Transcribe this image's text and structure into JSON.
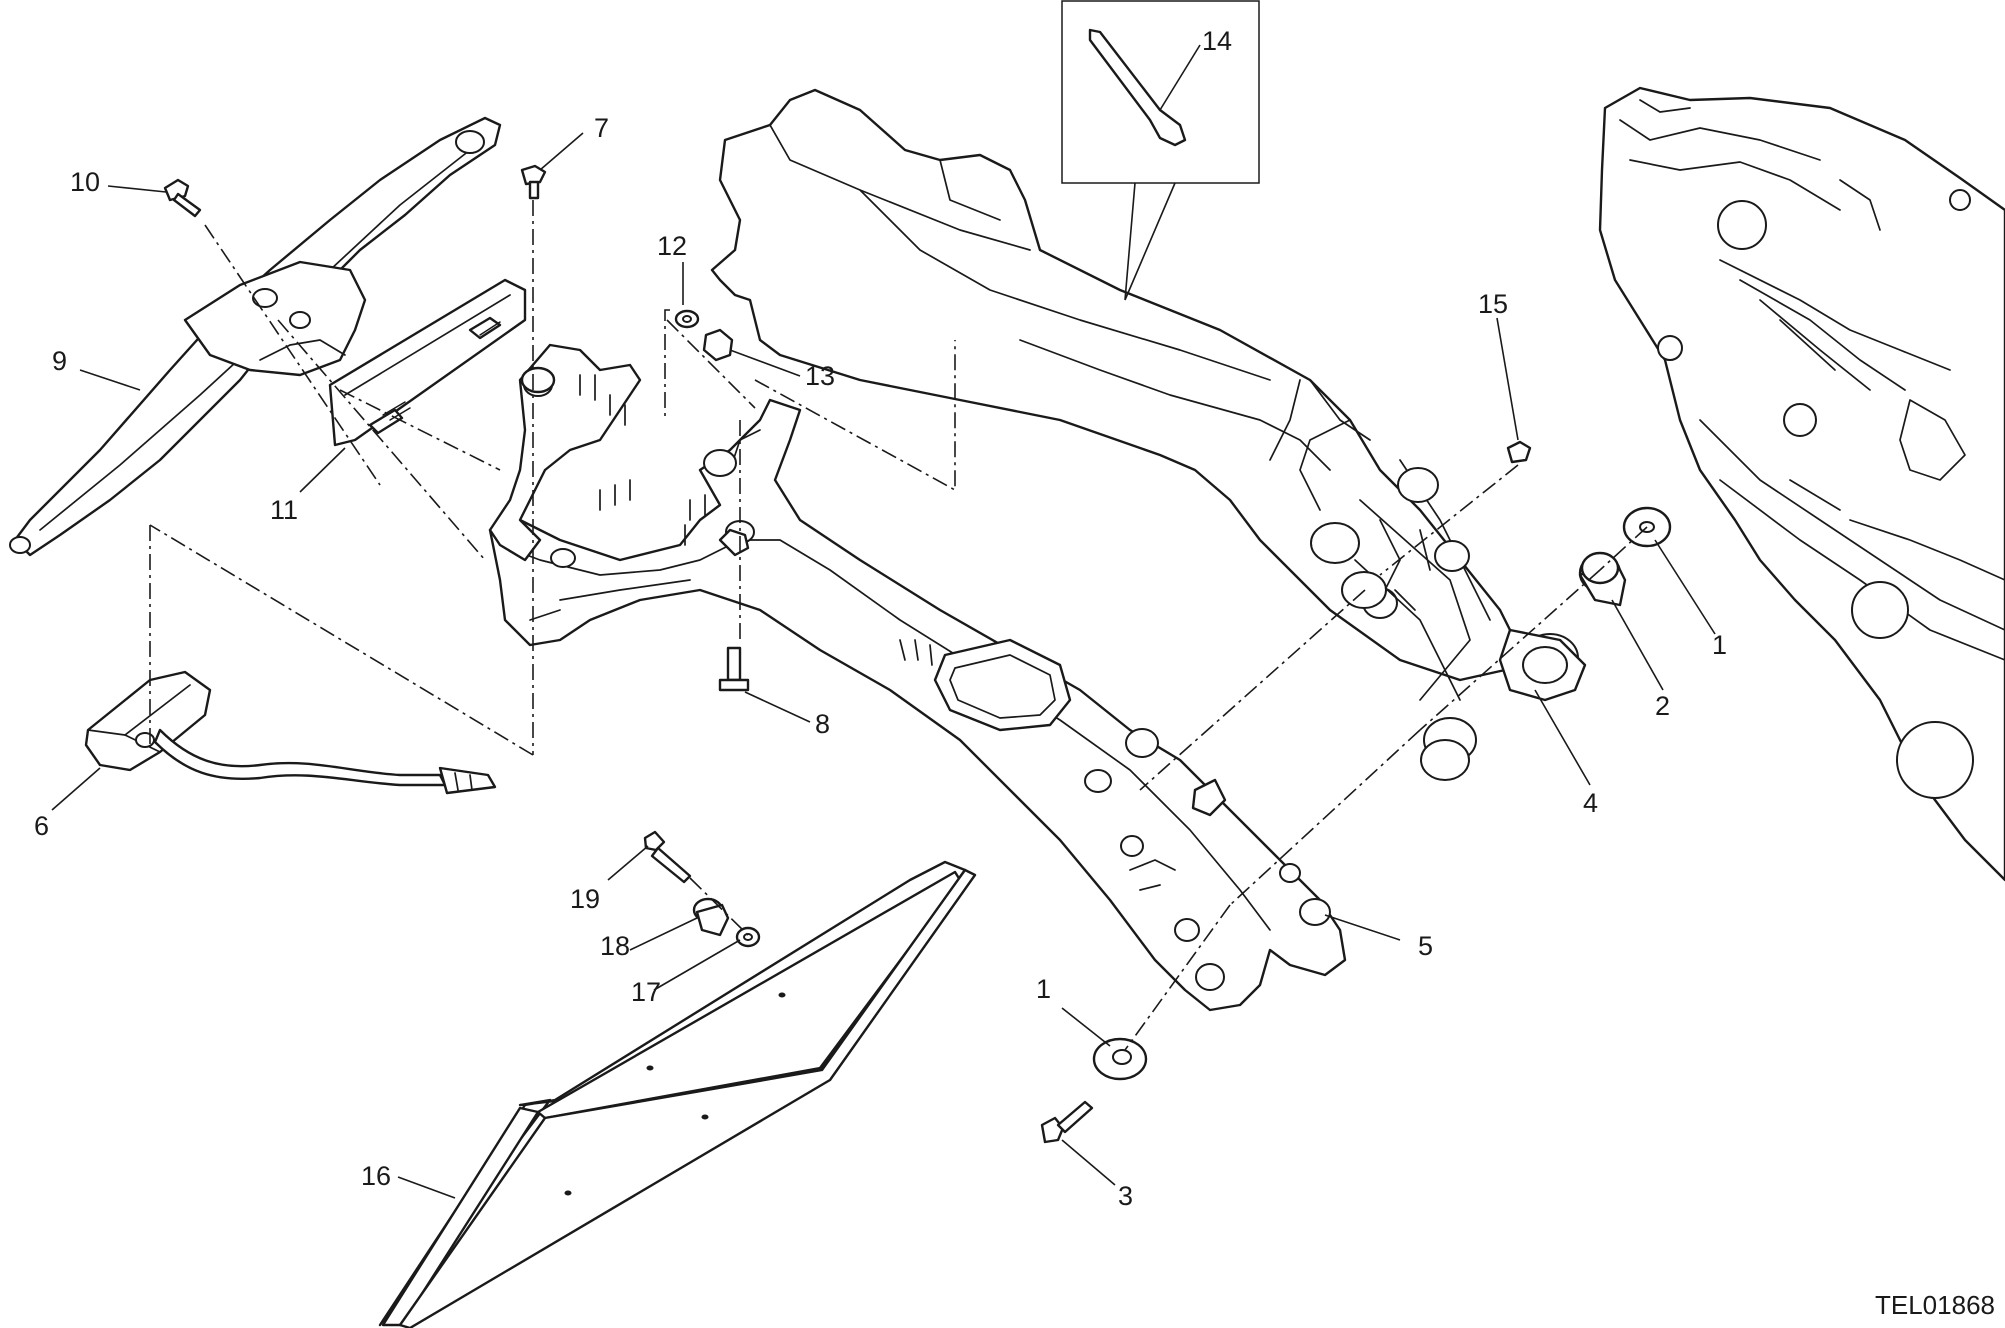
{
  "drawing": {
    "code": "TEL01868"
  },
  "labels": [
    {
      "id": "1a",
      "text": "1"
    },
    {
      "id": "1b",
      "text": "1"
    },
    {
      "id": "2",
      "text": "2"
    },
    {
      "id": "3",
      "text": "3"
    },
    {
      "id": "4",
      "text": "4"
    },
    {
      "id": "5",
      "text": "5"
    },
    {
      "id": "6",
      "text": "6"
    },
    {
      "id": "7",
      "text": "7"
    },
    {
      "id": "8",
      "text": "8"
    },
    {
      "id": "9",
      "text": "9"
    },
    {
      "id": "10",
      "text": "10"
    },
    {
      "id": "11",
      "text": "11"
    },
    {
      "id": "12",
      "text": "12"
    },
    {
      "id": "13",
      "text": "13"
    },
    {
      "id": "14",
      "text": "14"
    },
    {
      "id": "15",
      "text": "15"
    },
    {
      "id": "16",
      "text": "16"
    },
    {
      "id": "17",
      "text": "17"
    },
    {
      "id": "18",
      "text": "18"
    },
    {
      "id": "19",
      "text": "19"
    }
  ]
}
